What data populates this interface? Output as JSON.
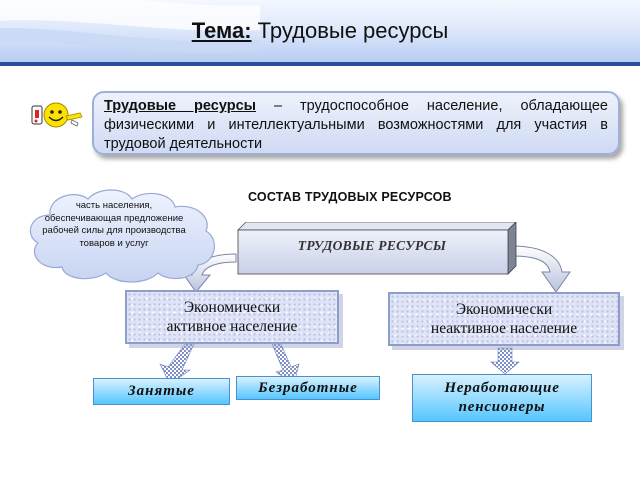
{
  "header": {
    "title_label": "Тема:",
    "title_text": "Трудовые ресурсы"
  },
  "definition": {
    "term": "Трудовые ресурсы",
    "text": " – трудоспособное население, обладающее физическими и интеллектуальными возможностями для участия в трудовой деятельности"
  },
  "section_title": "СОСТАВ ТРУДОВЫХ РЕСУРСОВ",
  "cloud_text": "часть населения, обеспечивающая предложение рабочей силы для производства товаров и услуг",
  "diagram": {
    "top_box": "ТРУДОВЫЕ РЕСУРСЫ",
    "active_line1": "Экономически",
    "active_line2": "активное население",
    "inactive_line1": "Экономически",
    "inactive_line2": "неактивное население",
    "employed": "Занятые",
    "unemployed": "Безработные",
    "pensioners_line1": "Неработающие",
    "pensioners_line2": "пенсионеры"
  },
  "colors": {
    "header_bar": "#2a4f9a",
    "cyan_box": "#55c6ff",
    "pattern_box": "#dfe3f6",
    "top_box_front": "#d9dff0"
  },
  "icons": [
    "smiley-pointing-icon"
  ]
}
